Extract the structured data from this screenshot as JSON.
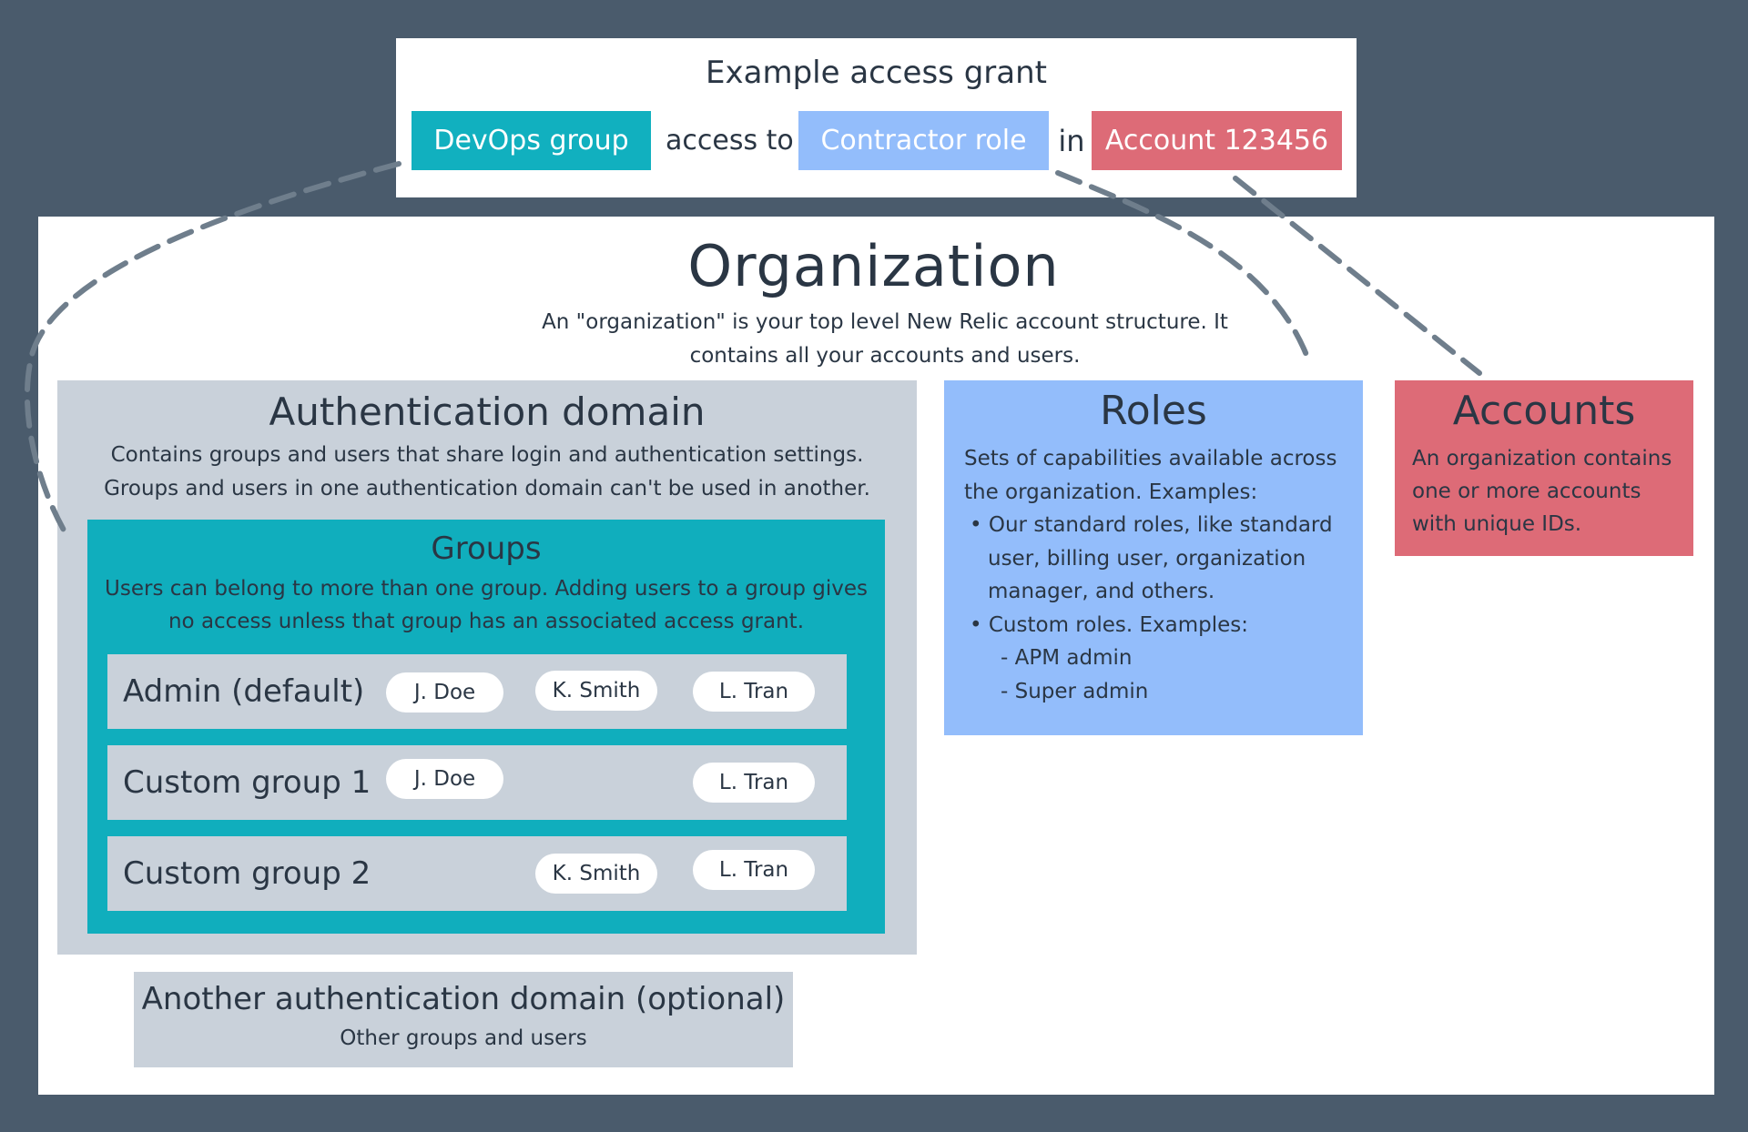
{
  "grant": {
    "title": "Example access grant",
    "group": "DevOps group",
    "access_to": "access to",
    "role": "Contractor role",
    "in": "in",
    "account": "Account 123456"
  },
  "organization": {
    "title": "Organization",
    "description": "An \"organization\" is your top level New Relic account structure. It contains all your accounts and users."
  },
  "auth_domain": {
    "title": "Authentication domain",
    "description": "Contains groups and users that share login and authentication settings. Groups and users in one authentication domain can't be used in another."
  },
  "groups": {
    "title": "Groups",
    "description": "Users can belong to more than one group. Adding users to a group gives no access unless that group has an associated access grant.",
    "rows": [
      {
        "name": "Admin (default)",
        "users": [
          "J. Doe",
          "K. Smith",
          "L. Tran"
        ]
      },
      {
        "name": "Custom group 1",
        "users": [
          "J. Doe",
          "L. Tran"
        ]
      },
      {
        "name": "Custom group 2",
        "users": [
          "K. Smith",
          "L. Tran"
        ]
      }
    ]
  },
  "roles": {
    "title": "Roles",
    "lines": [
      "Sets of capabilities available across",
      "the organization. Examples:",
      "• Our standard roles, like standard",
      "user, billing user, organization",
      "manager, and others.",
      "• Custom roles. Examples:",
      "- APM admin",
      "- Super admin"
    ]
  },
  "accounts": {
    "title": "Accounts",
    "description": "An organization contains one or more accounts with unique IDs."
  },
  "another_domain": {
    "title": "Another authentication domain (optional)",
    "subtitle": "Other groups and users"
  },
  "colors": {
    "background": "#4a5b6c",
    "group_teal": "#10aebd",
    "role_blue": "#93bdfb",
    "account_red": "#dd6b77",
    "panel_gray": "#c9d1da",
    "connector": "#6f7e8c"
  }
}
